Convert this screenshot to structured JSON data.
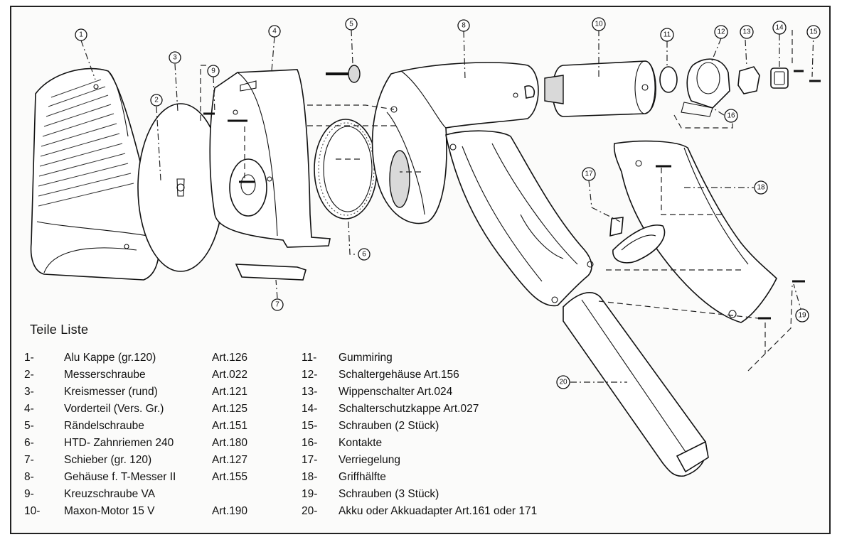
{
  "parts_list": {
    "title": "Teile Liste",
    "left_column": [
      {
        "num": "1-",
        "name": "Alu Kappe  (gr.120)",
        "art": "Art.126"
      },
      {
        "num": "2-",
        "name": "Messerschraube",
        "art": "Art.022"
      },
      {
        "num": "3-",
        "name": "Kreismesser (rund)",
        "art": "Art.121"
      },
      {
        "num": "4-",
        "name": "Vorderteil (Vers. Gr.)",
        "art": "Art.125"
      },
      {
        "num": "5-",
        "name": "Rändelschraube",
        "art": "Art.151"
      },
      {
        "num": "6-",
        "name": "HTD- Zahnriemen 240",
        "art": "Art.180"
      },
      {
        "num": "7-",
        "name": "Schieber (gr. 120)",
        "art": "Art.127"
      },
      {
        "num": "8-",
        "name": "Gehäuse f. T-Messer II",
        "art": "Art.155"
      },
      {
        "num": "9-",
        "name": "Kreuzschraube VA",
        "art": ""
      },
      {
        "num": "10-",
        "name": "Maxon-Motor 15 V",
        "art": "Art.190"
      }
    ],
    "right_column": [
      {
        "num": "11-",
        "name": "Gummiring",
        "art": ""
      },
      {
        "num": "12-",
        "name": "Schaltergehäuse      Art.156",
        "art": ""
      },
      {
        "num": "13-",
        "name": "Wippenschalter        Art.024",
        "art": ""
      },
      {
        "num": "14-",
        "name": "Schalterschutzkappe Art.027",
        "art": ""
      },
      {
        "num": "15-",
        "name": "Schrauben (2 Stück)",
        "art": ""
      },
      {
        "num": "16-",
        "name": "Kontakte",
        "art": ""
      },
      {
        "num": "17-",
        "name": "Verriegelung",
        "art": ""
      },
      {
        "num": "18-",
        "name": "Griffhälfte",
        "art": ""
      },
      {
        "num": "19-",
        "name": "Schrauben (3 Stück)",
        "art": ""
      },
      {
        "num": "20-",
        "name": "Akku oder Akkuadapter  Art.161 oder 171",
        "art": ""
      }
    ]
  },
  "callouts": [
    "1",
    "2",
    "3",
    "4",
    "5",
    "6",
    "7",
    "8",
    "9",
    "10",
    "11",
    "12",
    "13",
    "14",
    "15",
    "16",
    "17",
    "18",
    "19",
    "20"
  ]
}
